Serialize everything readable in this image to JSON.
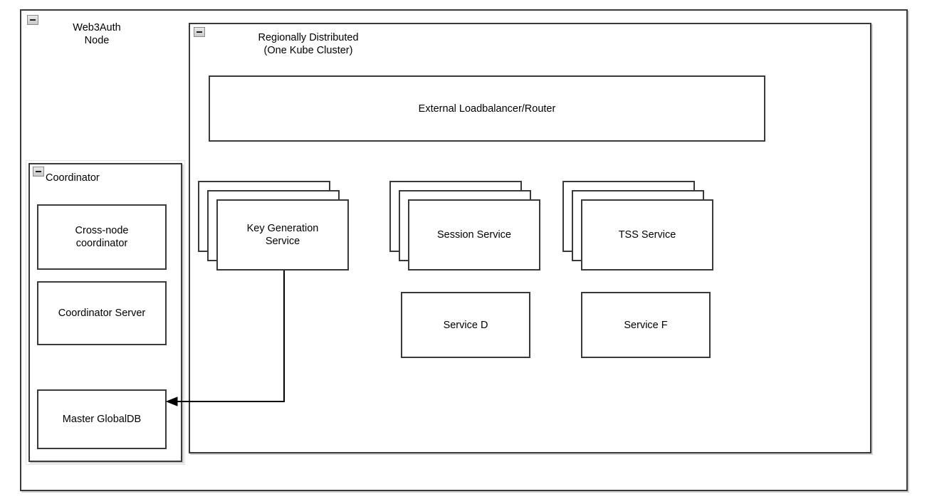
{
  "diagram": {
    "title": "Web3Auth Node architecture",
    "stroke_color": "#3a3a3a",
    "fill_color": "#ffffff",
    "text_color": "#000000",
    "selection_color": "#e2e2e2"
  },
  "outer_container": {
    "label": "Web3Auth\nNode",
    "collapse_icon": "minus-box-icon"
  },
  "region_container": {
    "label": "Regionally Distributed\n(One Kube Cluster)",
    "collapse_icon": "minus-box-icon"
  },
  "coordinator_container": {
    "label": "Coordinator",
    "collapse_icon": "minus-box-icon",
    "selected": true,
    "children": [
      {
        "id": "cross-node-coordinator",
        "label": "Cross-node\ncoordinator"
      },
      {
        "id": "coordinator-server",
        "label": "Coordinator Server"
      },
      {
        "id": "master-globaldb",
        "label": "Master GlobalDB"
      }
    ]
  },
  "loadbalancer": {
    "label": "External Loadbalancer/Router"
  },
  "services": {
    "stacked": [
      {
        "id": "key-generation-service",
        "label": "Key Generation\nService",
        "instances": 3
      },
      {
        "id": "session-service",
        "label": "Session Service",
        "instances": 3
      },
      {
        "id": "tss-service",
        "label": "TSS Service",
        "instances": 3
      }
    ],
    "single": [
      {
        "id": "service-d",
        "label": "Service D"
      },
      {
        "id": "service-f",
        "label": "Service F"
      }
    ]
  },
  "connections": [
    {
      "id": "keygen-to-master-globaldb",
      "from": "key-generation-service",
      "to": "master-globaldb",
      "arrow": "arrowhead-left",
      "style": "orthogonal"
    }
  ]
}
